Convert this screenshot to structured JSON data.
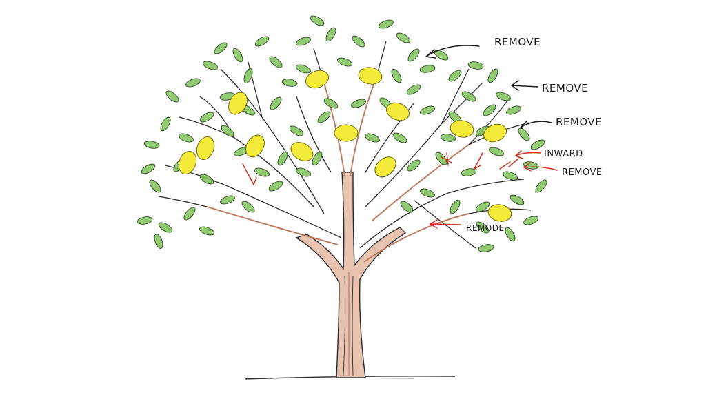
{
  "annotations": [
    {
      "text": "REMOVE",
      "style": "dark"
    },
    {
      "text": "REMOVE",
      "style": "dark"
    },
    {
      "text": "REMOVE",
      "style": "dark"
    },
    {
      "text": "INWARD",
      "style": "red"
    },
    {
      "text": "REMOVE",
      "style": "red"
    },
    {
      "text": "REMODE",
      "style": "red"
    }
  ],
  "colors": {
    "trunk": "#d9a58a",
    "branch_outline": "#2a2a2a",
    "leaf": "#7fbf5a",
    "leaf_outline": "#2f4a25",
    "lemon": "#f3ea3a",
    "lemon_outline": "#6b6a1a",
    "arrow_dark": "#1c1c1c",
    "arrow_red": "#c8321e",
    "background": "#fefefe"
  }
}
